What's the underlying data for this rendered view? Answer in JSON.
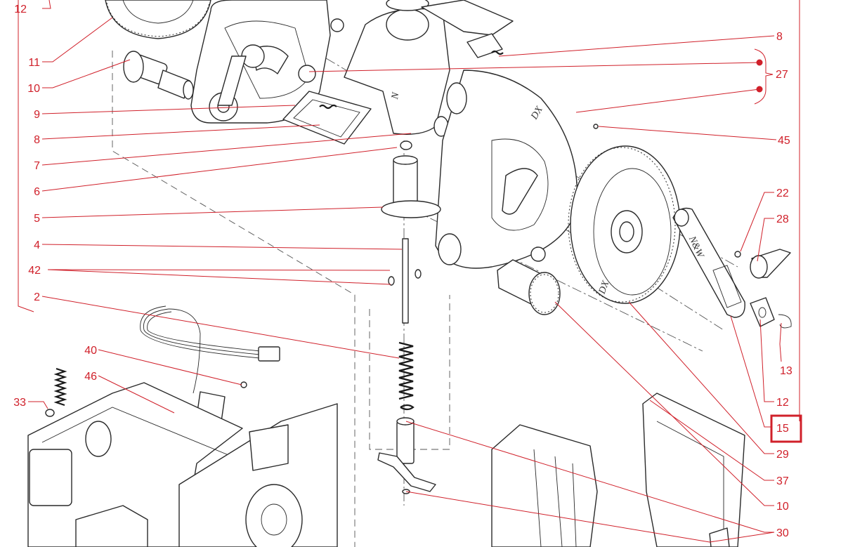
{
  "diagram": {
    "part_markings": [
      "DX",
      "N&W",
      "DX"
    ],
    "highlighted_callout": "15",
    "callouts_left": [
      "12",
      "11",
      "10",
      "9",
      "8",
      "7",
      "6",
      "5",
      "4",
      "42",
      "2",
      "40",
      "46",
      "33"
    ],
    "callouts_right": [
      "8",
      "27",
      "45",
      "22",
      "28",
      "13",
      "12",
      "15",
      "29",
      "37",
      "10",
      "30"
    ],
    "colors": {
      "callout": "#d0202a",
      "linework": "#2a2a2a"
    }
  }
}
